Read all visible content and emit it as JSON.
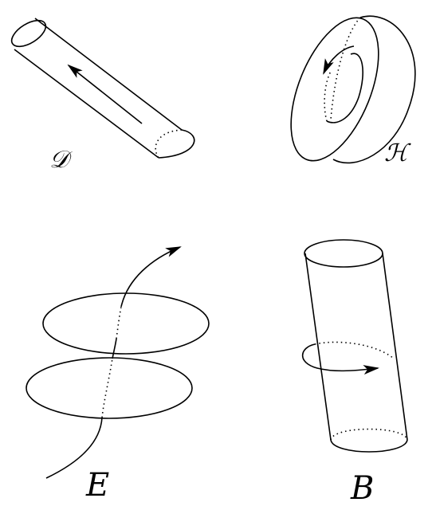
{
  "figure": {
    "panels": [
      {
        "id": "d",
        "label": "𝒟"
      },
      {
        "id": "h",
        "label": "ℋ"
      },
      {
        "id": "e",
        "label": "E"
      },
      {
        "id": "b",
        "label": "B"
      }
    ]
  }
}
